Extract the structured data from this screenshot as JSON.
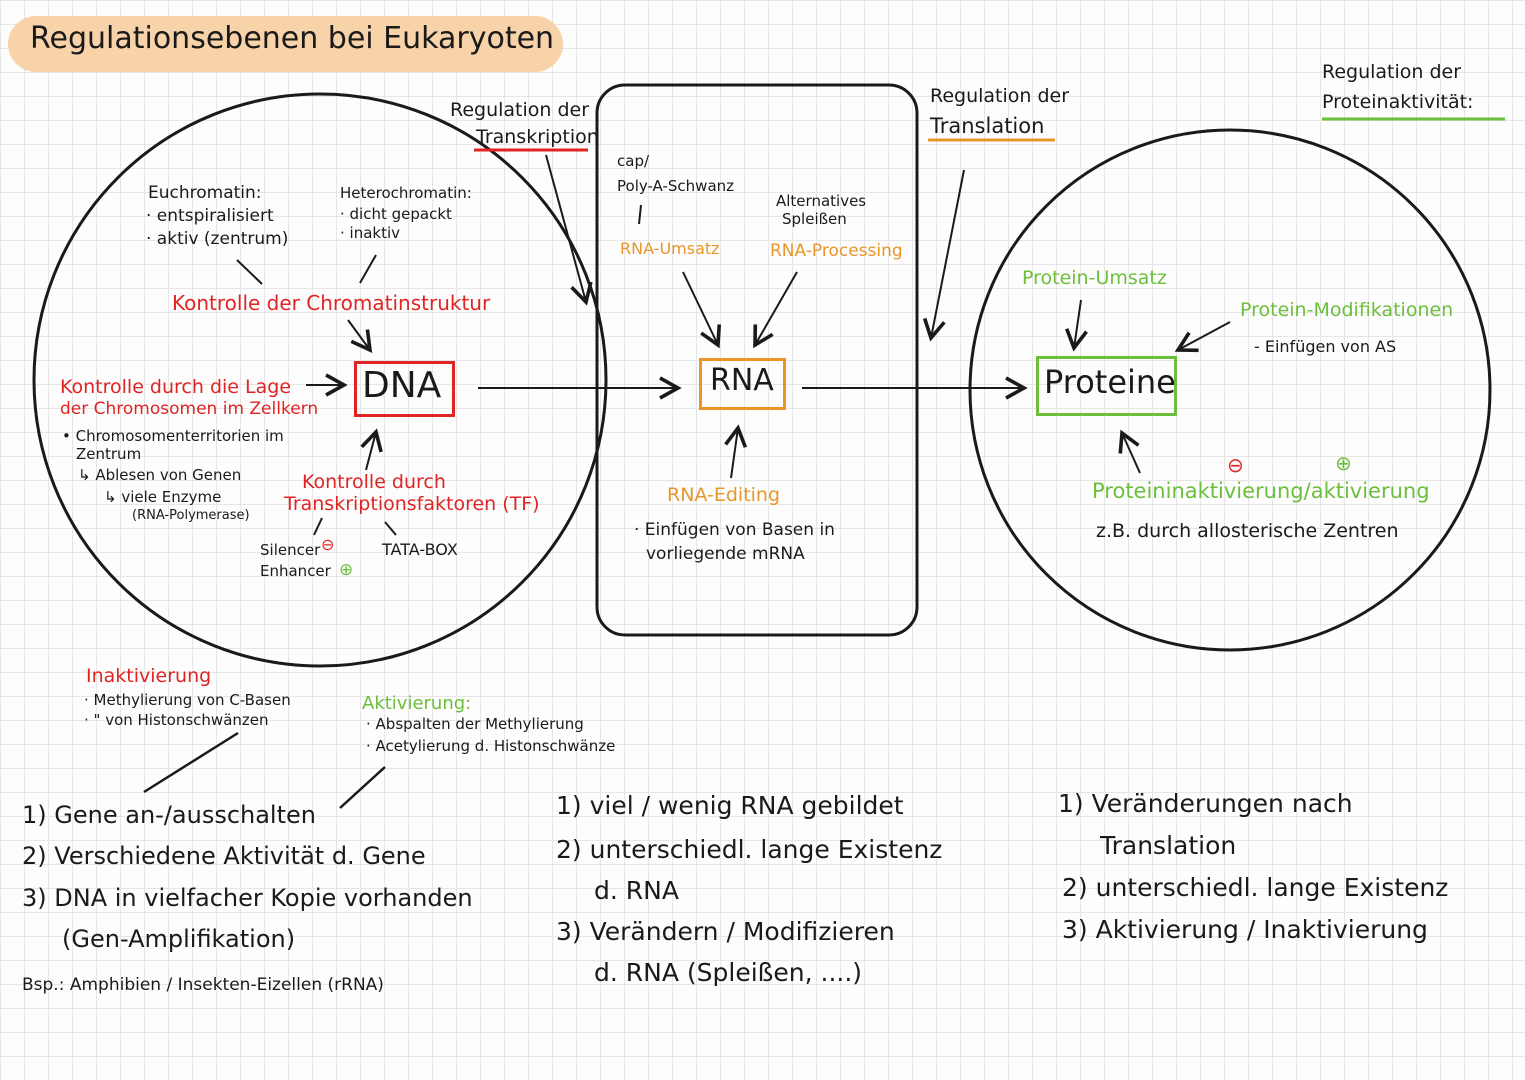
{
  "title": "Regulationsebenen bei Eukaryoten",
  "headers": {
    "transcription_line1": "Regulation der",
    "transcription_line2": "Transkription",
    "translation_line1": "Regulation der",
    "translation_line2": "Translation",
    "protein_line1": "Regulation der",
    "protein_line2": "Proteinaktivität:"
  },
  "dna_circle": {
    "euchromatin_title": "Euchromatin:",
    "euchromatin_1": "· entspiralisiert",
    "euchromatin_2": "· aktiv (zentrum)",
    "heterochromatin_title": "Heterochromatin:",
    "heterochromatin_1": "· dicht gepackt",
    "heterochromatin_2": "· inaktiv",
    "chromatin_control": "Kontrolle der Chromatinstruktur",
    "dna": "DNA",
    "position_control_1": "Kontrolle durch die Lage",
    "position_control_2": "der Chromosomen im Zellkern",
    "territories_1": "• Chromosomenterritorien im",
    "territories_2": "Zentrum",
    "read_genes": "↳ Ablesen von Genen",
    "many_enzymes": "↳ viele Enzyme",
    "rna_polymerase": "(RNA-Polymerase)",
    "tf_control_1": "Kontrolle durch",
    "tf_control_2": "Transkriptionsfaktoren (TF)",
    "silencer": "Silencer",
    "enhancer": "Enhancer",
    "tata_box": "TATA-BOX"
  },
  "rna_box": {
    "cap_1": "cap/",
    "cap_2": "Poly-A-Schwanz",
    "alt_splicing_1": "Alternatives",
    "alt_splicing_2": "Spleißen",
    "rna_turnover": "RNA-Umsatz",
    "rna_processing": "RNA-Processing",
    "rna": "RNA",
    "rna_editing": "RNA-Editing",
    "editing_note_1": "· Einfügen von Basen in",
    "editing_note_2": "vorliegende mRNA"
  },
  "protein_circle": {
    "protein_turnover": "Protein-Umsatz",
    "protein_mod": "Protein-Modifikationen",
    "insert_as": "- Einfügen von AS",
    "proteins": "Proteine",
    "minus_symbol": "⊖",
    "plus_symbol": "⊕",
    "inact_act": "Proteininaktivierung/aktivierung",
    "allosteric": "z.B. durch allosterische Zentren"
  },
  "inactivation": {
    "title": "Inaktivierung",
    "item_1": "· Methylierung von C-Basen",
    "item_2": "·   \"   von Histonschwänzen"
  },
  "activation": {
    "title": "Aktivierung:",
    "item_1": "· Abspalten der Methylierung",
    "item_2": "· Acetylierung d. Histonschwänze"
  },
  "summary_dna": {
    "l1": "1) Gene an-/ausschalten",
    "l2": "2) Verschiedene Aktivität d. Gene",
    "l3": "3) DNA in vielfacher Kopie vorhanden",
    "l4": "(Gen-Amplifikation)",
    "example": "Bsp.: Amphibien / Insekten-Eizellen (rRNA)"
  },
  "summary_rna": {
    "l1": "1) viel / wenig RNA gebildet",
    "l2": "2) unterschiedl. lange Existenz",
    "l3": "d. RNA",
    "l4": "3) Verändern / Modifizieren",
    "l5": "d. RNA (Spleißen, ....)"
  },
  "summary_protein": {
    "l1": "1) Veränderungen nach",
    "l2": "Translation",
    "l3": "2) unterschiedl. lange Existenz",
    "l4": "3) Aktivierung / Inaktivierung"
  },
  "colors": {
    "red": "#e02424",
    "orange": "#e8962a",
    "green": "#6bbf3a",
    "title_highlight": "#f8d2a8"
  }
}
